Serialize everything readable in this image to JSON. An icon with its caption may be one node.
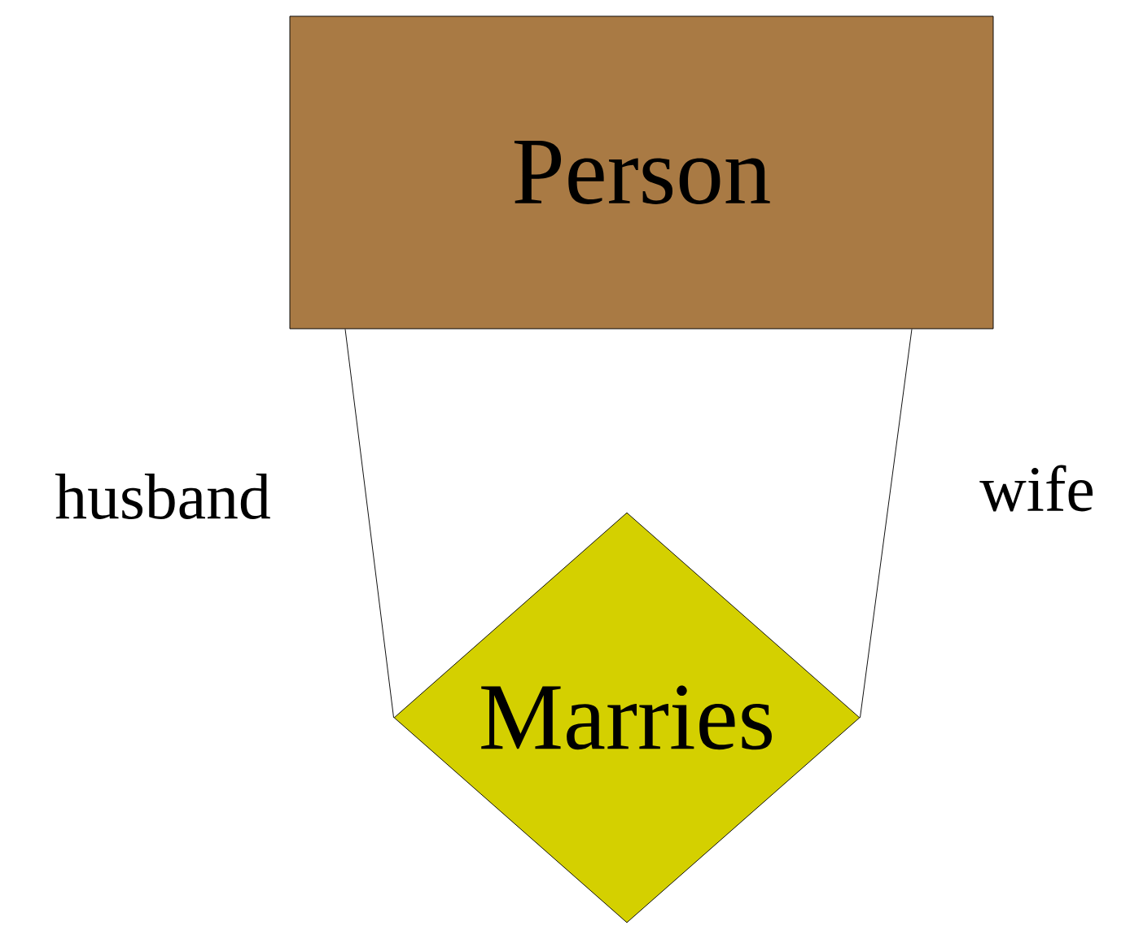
{
  "diagram": {
    "nodes": [
      {
        "text": [
          "Person"
        ]
      },
      {
        "text": [
          "Marries"
        ]
      }
    ],
    "edges": [
      {
        "from": 0,
        "to": 1,
        "arrow": "none",
        "label": "husband"
      },
      {
        "from": 0,
        "to": 1,
        "arrow": "none",
        "label": "wife"
      }
    ]
  }
}
